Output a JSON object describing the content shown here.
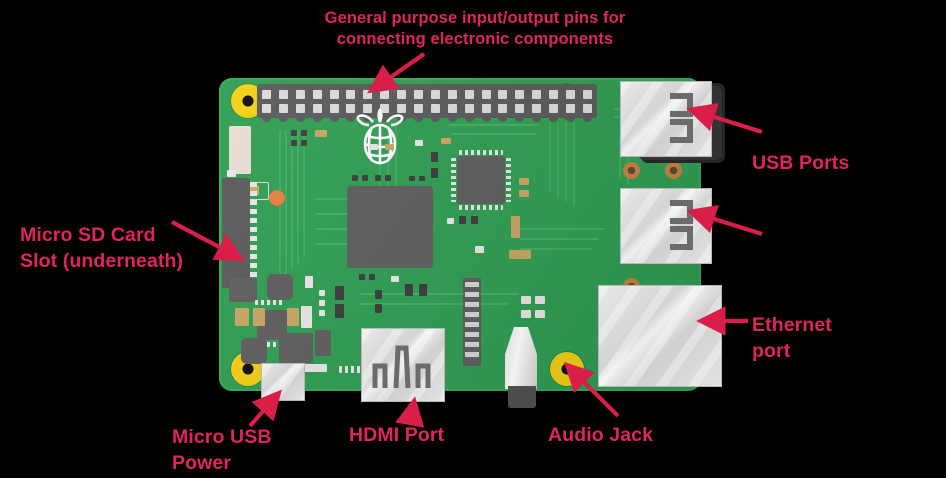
{
  "diagram": {
    "subject": "Raspberry Pi single-board computer annotated diagram",
    "background_color": "#000000",
    "annotation_color": "#e0245e",
    "board_color": "#2f9e52"
  },
  "labels": {
    "gpio": "General purpose input/output pins for\nconnecting electronic components",
    "micro_sd": "Micro SD Card\nSlot (underneath)",
    "usb_ports": "USB Ports",
    "ethernet": "Ethernet\nport",
    "micro_usb": "Micro USB\nPower",
    "hdmi": "HDMI Port",
    "audio": "Audio Jack"
  },
  "components": {
    "gpio_header": "40-pin GPIO header",
    "soc": "Broadcom SoC",
    "usb_controller": "USB/Ethernet controller chip",
    "sd_slot": "Micro SD card slot",
    "usb_port_top": "USB port pair (top)",
    "usb_port_bottom": "USB port pair (bottom)",
    "ethernet_port": "Ethernet RJ45 port",
    "hdmi_port": "HDMI port",
    "audio_jack": "3.5mm audio jack",
    "micro_usb_power": "Micro USB power connector",
    "logo": "raspberry-logo",
    "mounting_holes": "mounting holes"
  },
  "arrows": {
    "gpio": "arrow pointing down-left to GPIO header",
    "micro_sd": "arrow pointing down-right to SD slot",
    "usb_top": "arrow pointing left to top USB port",
    "usb_bottom": "arrow pointing left to bottom USB port",
    "ethernet": "arrow pointing left to Ethernet port",
    "micro_usb": "arrow pointing up-right to micro USB",
    "hdmi": "arrow pointing up to HDMI port",
    "audio": "arrow pointing up-left to audio jack"
  }
}
